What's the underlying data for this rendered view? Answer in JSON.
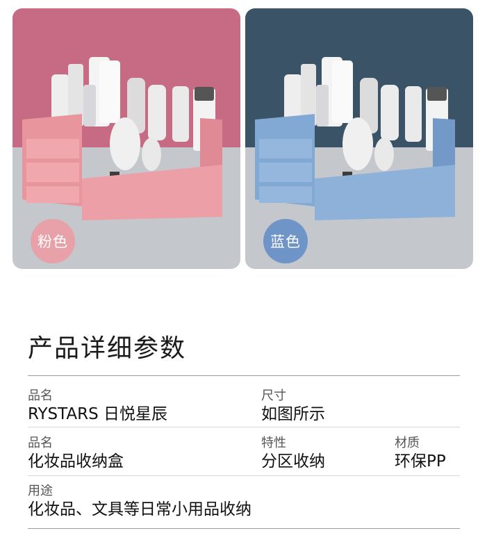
{
  "colors": {
    "pink_background": "#c66b83",
    "pink_box": "#e9959e",
    "blue_background": "#3a5366",
    "blue_box": "#82a8d4",
    "floor": "#c4c7cb",
    "badge_pink": "#e8a1a8",
    "badge_blue": "#6e94c8"
  },
  "variants": [
    {
      "label": "粉色"
    },
    {
      "label": "蓝色"
    }
  ],
  "section_title": "产品详细参数",
  "params": [
    {
      "label": "品名",
      "value": "RYSTARS 日悦星辰"
    },
    {
      "label": "尺寸",
      "value": "如图所示"
    },
    {
      "label": "品名",
      "value": "化妆品收纳盒"
    },
    {
      "label": "特性",
      "value": "分区收纳"
    },
    {
      "label": "材质",
      "value": "环保PP"
    },
    {
      "label": "用途",
      "value": "化妆品、文具等日常小用品收纳"
    }
  ]
}
